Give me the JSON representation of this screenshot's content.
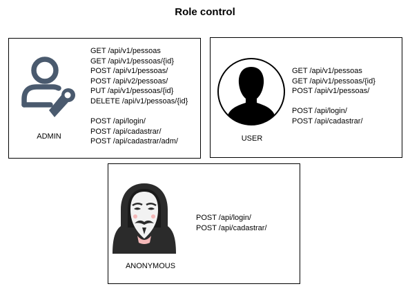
{
  "title": "Role control",
  "roles": [
    {
      "label": "ADMIN",
      "icon": "admin-user-wrench-icon",
      "endpoints": [
        "GET /api/v1/pessoas",
        "GET /api/v1/pessoas/{id}",
        "POST /api/v1/pessoas/",
        "POST /api/v2/pessoas/",
        "PUT /api/v1/pessoas/{id}",
        "DELETE /api/v1/pessoas/{id}"
      ],
      "auth_endpoints": [
        "POST /api/login/",
        "POST /api/cadastrar/",
        "POST /api/cadastrar/adm/"
      ]
    },
    {
      "label": "USER",
      "icon": "user-silhouette-icon",
      "endpoints": [
        "GET /api/v1/pessoas",
        "GET /api/v1/pessoas/{id}",
        "POST /api/v1/pessoas/"
      ],
      "auth_endpoints": [
        "POST /api/login/",
        "POST /api/cadastrar/"
      ]
    },
    {
      "label": "ANONYMOUS",
      "icon": "anonymous-hacker-icon",
      "endpoints": [],
      "auth_endpoints": [
        "POST /api/login/",
        "POST /api/cadastrar/"
      ]
    }
  ],
  "colors": {
    "admin_icon": "#4a5a6e",
    "hood": "#2b2b2b",
    "mask": "#f2f2f2",
    "mouth": "#f4b8b8"
  }
}
